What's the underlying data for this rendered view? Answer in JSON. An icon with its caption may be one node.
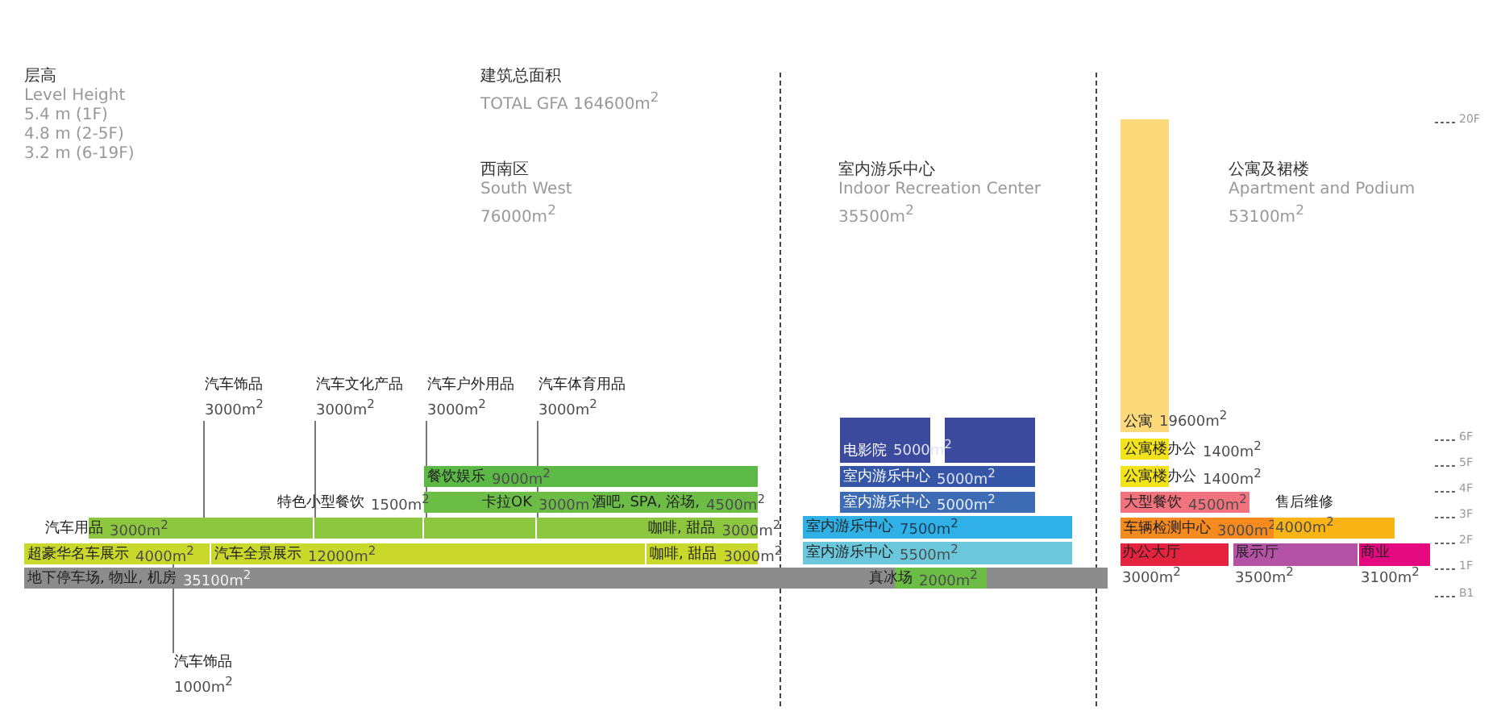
{
  "diagram": {
    "nodes": [
      {
        "text": [
          "汽车饰品",
          "3000m$^{2}$"
        ]
      },
      {
        "text": [
          "汽车文化产品",
          "3000m$^{2}$"
        ]
      },
      {
        "text": [
          "汽车户外用品",
          "3000m$^{2}$"
        ]
      },
      {
        "text": [
          "汽车体育用品",
          "3000m$^{2}$"
        ]
      },
      {
        "text": [
          "餐饮娱乐",
          "9000m$^{2}$"
        ]
      },
      {
        "text": [
          "特色小型餐饮",
          "1500m$^{2}$"
        ]
      },
      {
        "text": [
          "卡拉OK",
          "3000m$^{2}$"
        ]
      },
      {
        "text": [
          "酒吧, SPA, 浴场,",
          "4500m$^{2}$"
        ]
      },
      {
        "text": [
          "汽车用品",
          "3000m$^{2}$"
        ]
      },
      {
        "text": [],
        "shape": "bar"
      },
      {
        "text": [],
        "shape": "bar"
      },
      {
        "text": [],
        "shape": "bar"
      },
      {
        "text": [],
        "shape": "bar"
      },
      {
        "text": [
          "咖啡, 甜品",
          "3000m$^{2}$"
        ]
      },
      {
        "text": [
          "超豪华名车展示",
          "4000m$^{2}$"
        ]
      },
      {
        "text": [
          "汽车全景展示",
          "12000m$^{2}$"
        ]
      },
      {
        "text": [
          "咖啡, 甜品",
          "3000m$^{2}$"
        ]
      },
      {
        "text": [
          "地下停车场, 物业, 机房",
          "35100m$^{2}$"
        ]
      },
      {
        "text": [
          "汽车饰品",
          "1000m$^{2}$"
        ]
      },
      {
        "text": [
          "电影院",
          "5000m$^{2}$"
        ]
      },
      {
        "text": [
          "室内游乐中心",
          "5000m$^{2}$"
        ]
      },
      {
        "text": [
          "室内游乐中心",
          "5000m$^{2}$"
        ]
      },
      {
        "text": [
          "室内游乐中心",
          "7500m$^{2}$"
        ]
      },
      {
        "text": [
          "室内游乐中心",
          "5500m$^{2}$"
        ]
      },
      {
        "text": [
          "真冰场",
          "2000m$^{2}$"
        ],
        "in": 17
      },
      {
        "text": [
          "公寓",
          "19600m$^{2}$"
        ]
      },
      {
        "text": [
          "公寓楼办公",
          "1400m$^{2}$"
        ]
      },
      {
        "text": [
          "公寓楼办公",
          "1400m$^{2}$"
        ]
      },
      {
        "text": [
          "大型餐饮",
          "4500m$^{2}$"
        ]
      },
      {
        "text": [
          "车辆检测中心",
          "3000m$^{2}$"
        ]
      },
      {
        "text": [
          "售后维修",
          "4000m$^{2}$"
        ]
      },
      {
        "text": [
          "办公大厅",
          "3000m$^{2}$"
        ]
      },
      {
        "text": [
          "展示厅",
          "3500m$^{2}$"
        ]
      },
      {
        "text": [
          "商业",
          "3100m$^{2}$"
        ]
      }
    ],
    "edges": [
      {
        "from": 0,
        "to": 9,
        "arrow": "none"
      },
      {
        "from": 1,
        "to": 10,
        "arrow": "none"
      },
      {
        "from": 2,
        "to": 11,
        "arrow": "none"
      },
      {
        "from": 3,
        "to": 12,
        "arrow": "none"
      },
      {
        "from": 18,
        "to": 14,
        "arrow": "none"
      }
    ],
    "labels": [
      "层高",
      "Level Height",
      "5.4 m (1F)",
      "4.8 m (2-5F)",
      "3.2 m (6-19F)",
      "建筑总面积",
      "TOTAL GFA 164600m$^{2}$",
      "西南区",
      "South West",
      "76000m$^{2}$",
      "室内游乐中心",
      "Indoor Recreation Center",
      "35500m$^{2}$",
      "公寓及裙楼",
      "Apartment and Podium",
      "53100m$^{2}$",
      "20F",
      "6F",
      "5F",
      "4F",
      "3F",
      "2F",
      "1F",
      "B1"
    ]
  }
}
